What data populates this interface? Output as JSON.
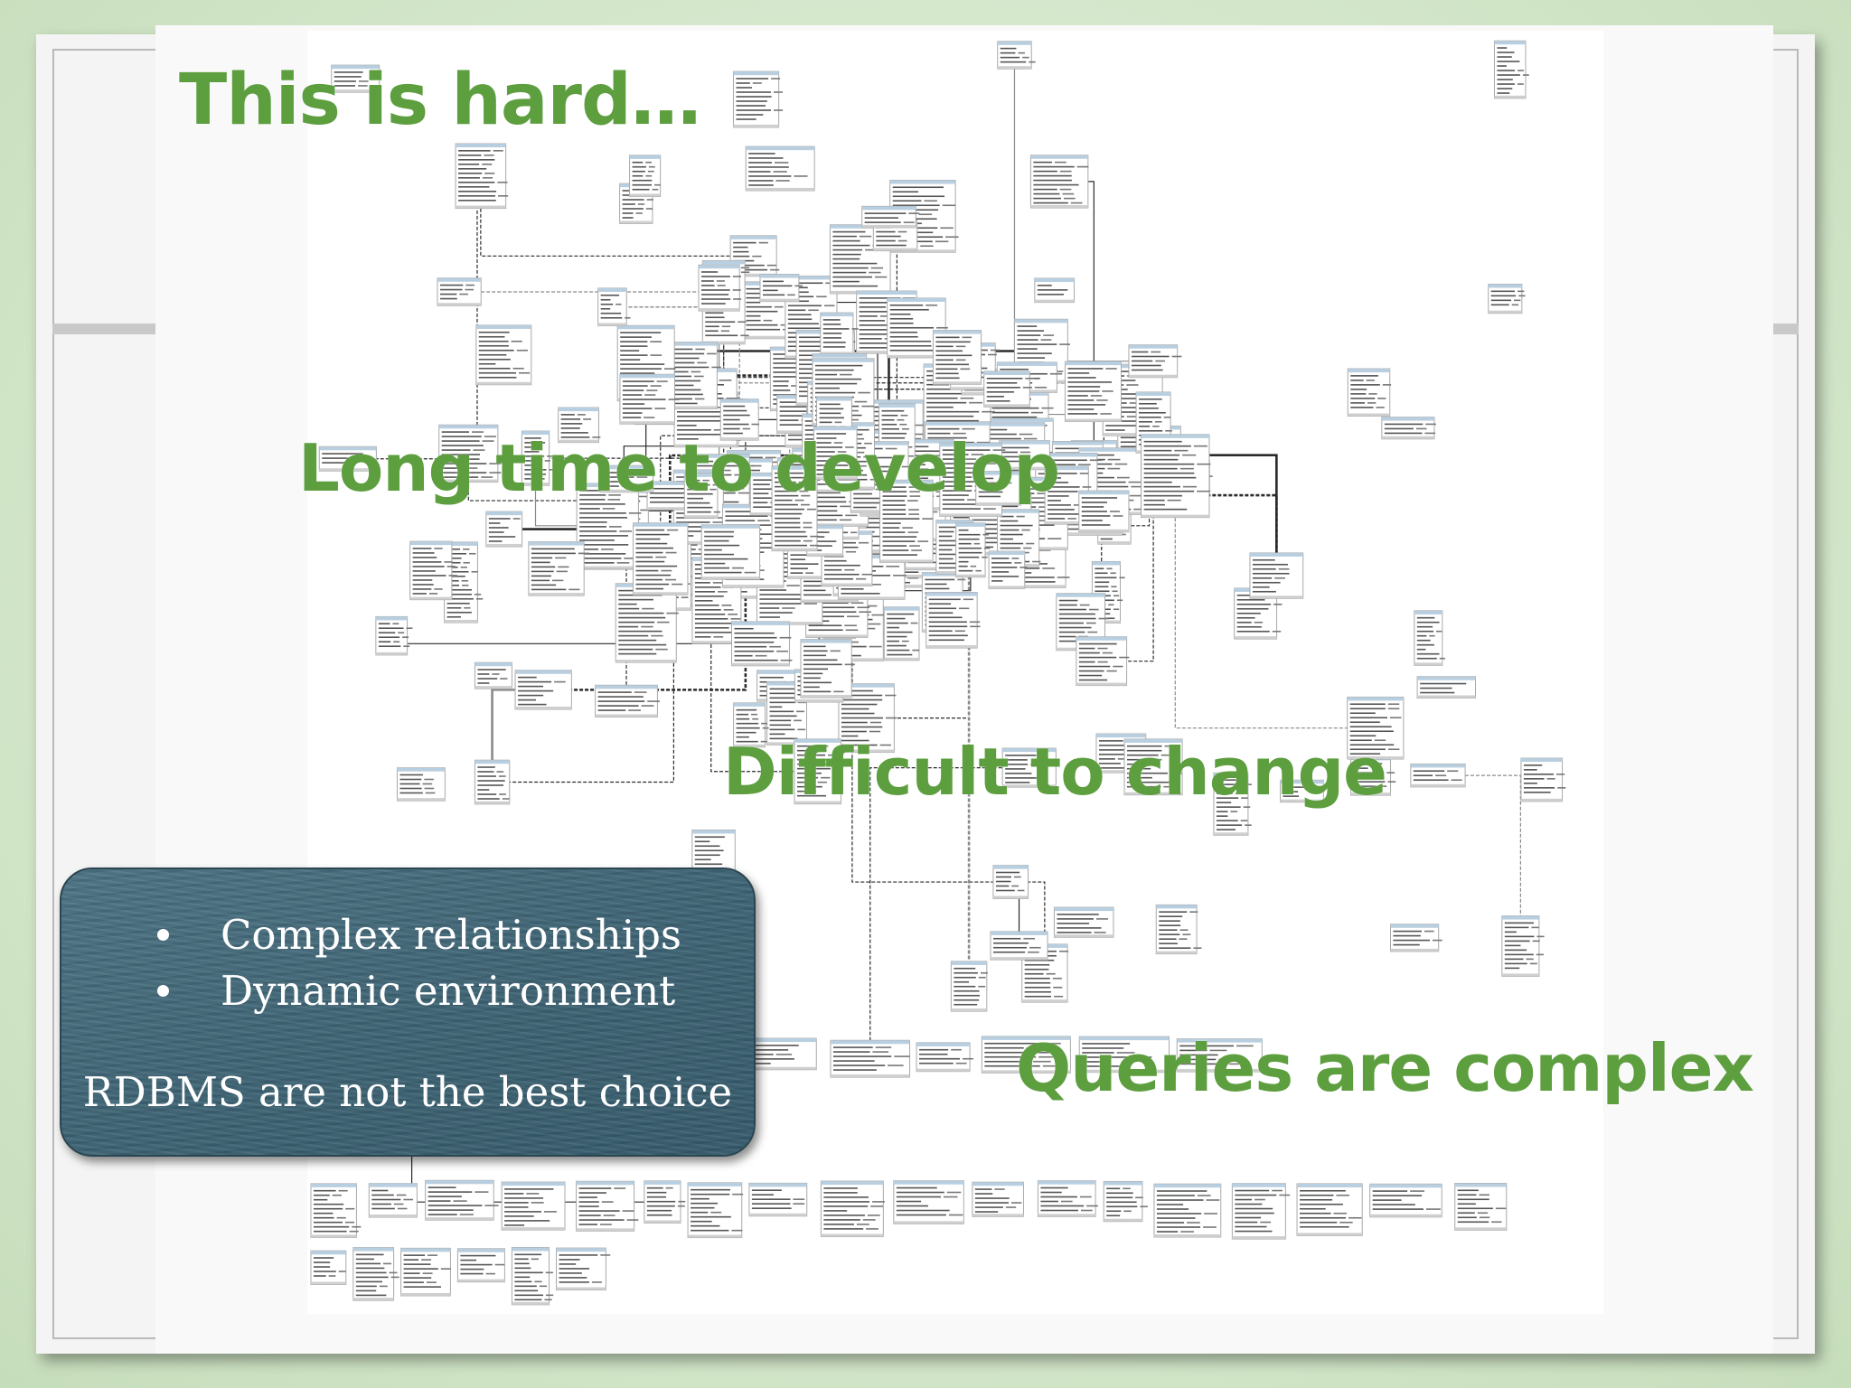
{
  "slide": {
    "title": "This is hard…",
    "overlays": [
      {
        "id": "develop",
        "text": "Long time to develop"
      },
      {
        "id": "change",
        "text": "Difficult to change"
      },
      {
        "id": "queries",
        "text": "Queries are complex"
      }
    ]
  },
  "callout": {
    "bullets": [
      "Complex relationships",
      "Dynamic environment"
    ],
    "conclusion": "RDBMS are not the best choice"
  },
  "colors": {
    "overlay_text": "#5d9e3f",
    "callout_bg": "#3e6475",
    "callout_text": "#ffffff",
    "erd_table_header": "#b9cfe0"
  }
}
